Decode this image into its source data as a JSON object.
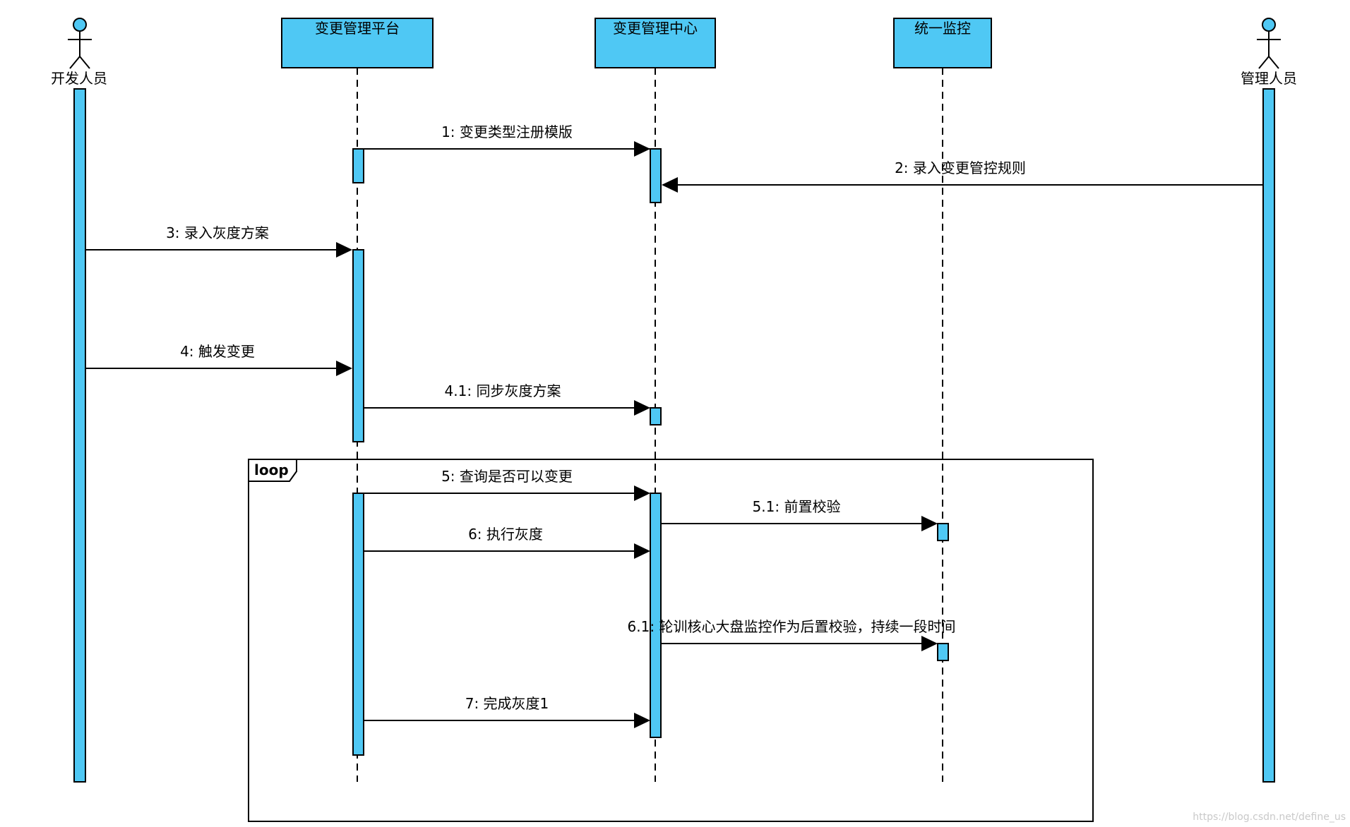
{
  "colors": {
    "fill": "#4fc8f4",
    "stroke": "#000000"
  },
  "participants": [
    {
      "id": "dev",
      "kind": "actor",
      "label": "开发人员"
    },
    {
      "id": "platform",
      "kind": "box",
      "label": "变更管理平台"
    },
    {
      "id": "center",
      "kind": "box",
      "label": "变更管理中心"
    },
    {
      "id": "monitor",
      "kind": "box",
      "label": "统一监控"
    },
    {
      "id": "admin",
      "kind": "actor",
      "label": "管理人员"
    }
  ],
  "messages": [
    {
      "label": "1: 变更类型注册模版"
    },
    {
      "label": "2: 录入变更管控规则"
    },
    {
      "label": "3: 录入灰度方案"
    },
    {
      "label": "4: 触发变更"
    },
    {
      "label": "4.1: 同步灰度方案"
    },
    {
      "label": "5: 查询是否可以变更"
    },
    {
      "label": "5.1: 前置校验"
    },
    {
      "label": "6: 执行灰度"
    },
    {
      "label": "6.1: 轮训核心大盘监控作为后置校验，持续一段时间"
    },
    {
      "label": "7: 完成灰度1"
    }
  ],
  "loop": {
    "label": "loop"
  },
  "watermark": "https://blog.csdn.net/define_us"
}
